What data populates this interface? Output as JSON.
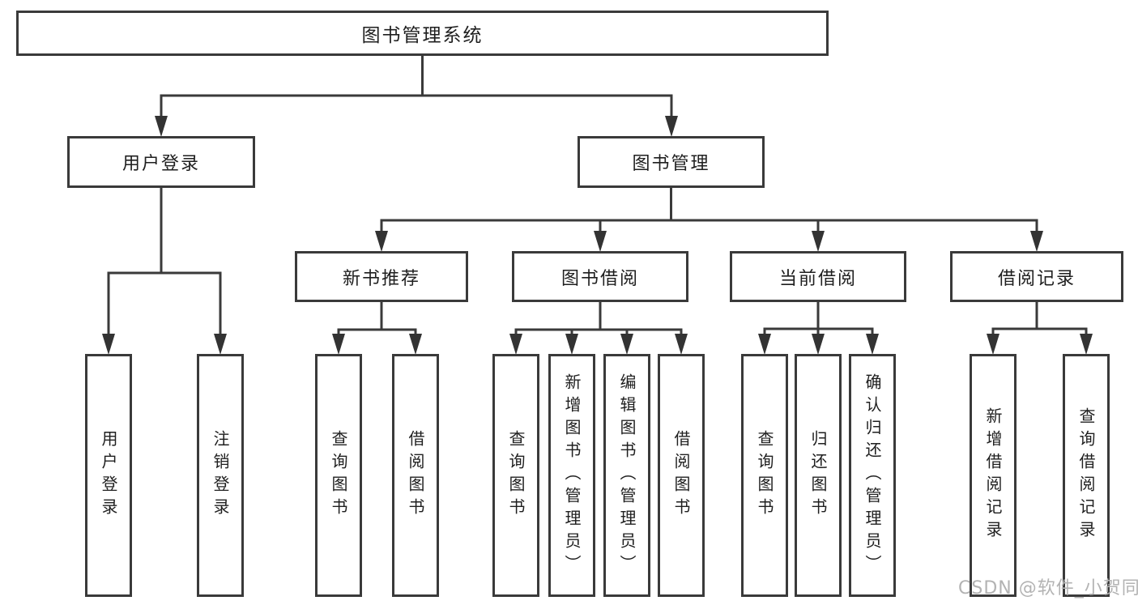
{
  "diagram": {
    "tree": {
      "label": "图书管理系统",
      "children": [
        {
          "label": "用户登录",
          "children": [
            {
              "label": "用户登录"
            },
            {
              "label": "注销登录"
            }
          ]
        },
        {
          "label": "图书管理",
          "children": [
            {
              "label": "新书推荐",
              "children": [
                {
                  "label": "查询图书"
                },
                {
                  "label": "借阅图书"
                }
              ]
            },
            {
              "label": "图书借阅",
              "children": [
                {
                  "label": "查询图书"
                },
                {
                  "label": "新增图书（管理员）"
                },
                {
                  "label": "编辑图书（管理员）"
                },
                {
                  "label": "借阅图书"
                }
              ]
            },
            {
              "label": "当前借阅",
              "children": [
                {
                  "label": "查询图书"
                },
                {
                  "label": "归还图书"
                },
                {
                  "label": "确认归还（管理员）"
                }
              ]
            },
            {
              "label": "借阅记录",
              "children": [
                {
                  "label": "新增借阅记录"
                },
                {
                  "label": "查询借阅记录"
                }
              ]
            }
          ]
        }
      ]
    },
    "colors": {
      "line": "#3a3a3a",
      "box_border": "#3a3a3a",
      "text": "#1f1f1f",
      "background": "#ffffff",
      "watermark": "#b3b3b3"
    }
  },
  "watermark": {
    "text": "CSDN @软件_小贺同学"
  }
}
